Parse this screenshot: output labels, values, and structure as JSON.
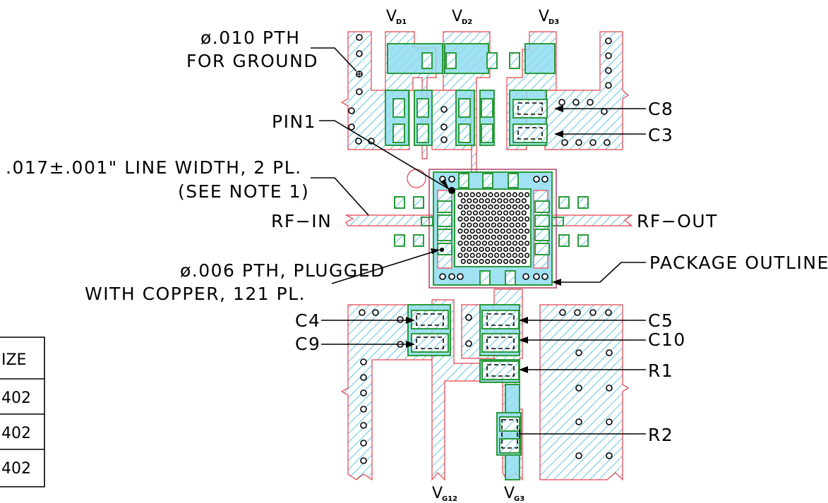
{
  "supply_labels": {
    "vd1": {
      "main": "V",
      "sub": "D1"
    },
    "vd2": {
      "main": "V",
      "sub": "D2"
    },
    "vd3": {
      "main": "V",
      "sub": "D3"
    },
    "vg12": {
      "main": "V",
      "sub": "G12"
    },
    "vg3": {
      "main": "V",
      "sub": "G3"
    }
  },
  "callouts": {
    "ground_via_line1": "ø.010 PTH",
    "ground_via_line2": "FOR GROUND",
    "pin1": "PIN1",
    "line_width_line1": ".017±.001\" LINE WIDTH, 2 PL.",
    "line_width_line2": "(SEE NOTE 1)",
    "rf_in": "RF−IN",
    "rf_out": "RF−OUT",
    "plugged_via_line1": "ø.006 PTH, PLUGGED",
    "plugged_via_line2": "WITH COPPER, 121 PL.",
    "package_outline": "PACKAGE OUTLINE"
  },
  "components": {
    "c8": "C8",
    "c3": "C3",
    "c4": "C4",
    "c9": "C9",
    "c5": "C5",
    "c10": "C10",
    "r1": "R1",
    "r2": "R2"
  },
  "size_table": {
    "header": "IZE",
    "rows": [
      "402",
      "402",
      "402"
    ]
  },
  "colors": {
    "copper_outline": "#e8404a",
    "pad_outline": "#2a9a3a",
    "mask_fill": "#8fdcf0",
    "hatch": "#6ec8e6"
  }
}
